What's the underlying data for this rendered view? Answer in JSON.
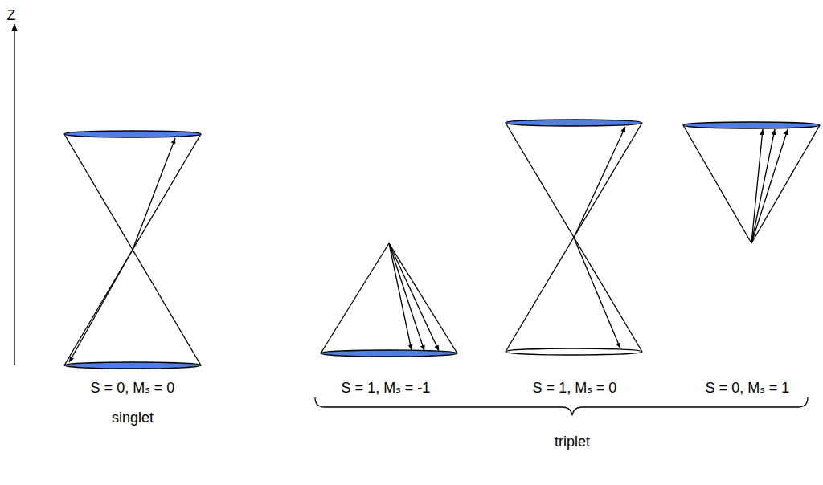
{
  "diagram": {
    "labels": [
      "Z",
      "S = 0, Mₛ = 0",
      "singlet",
      "S = 1, Mₛ = -1",
      "S = 1, Mₛ = 0",
      "S = 0, Mₛ = 1",
      "triplet"
    ]
  }
}
